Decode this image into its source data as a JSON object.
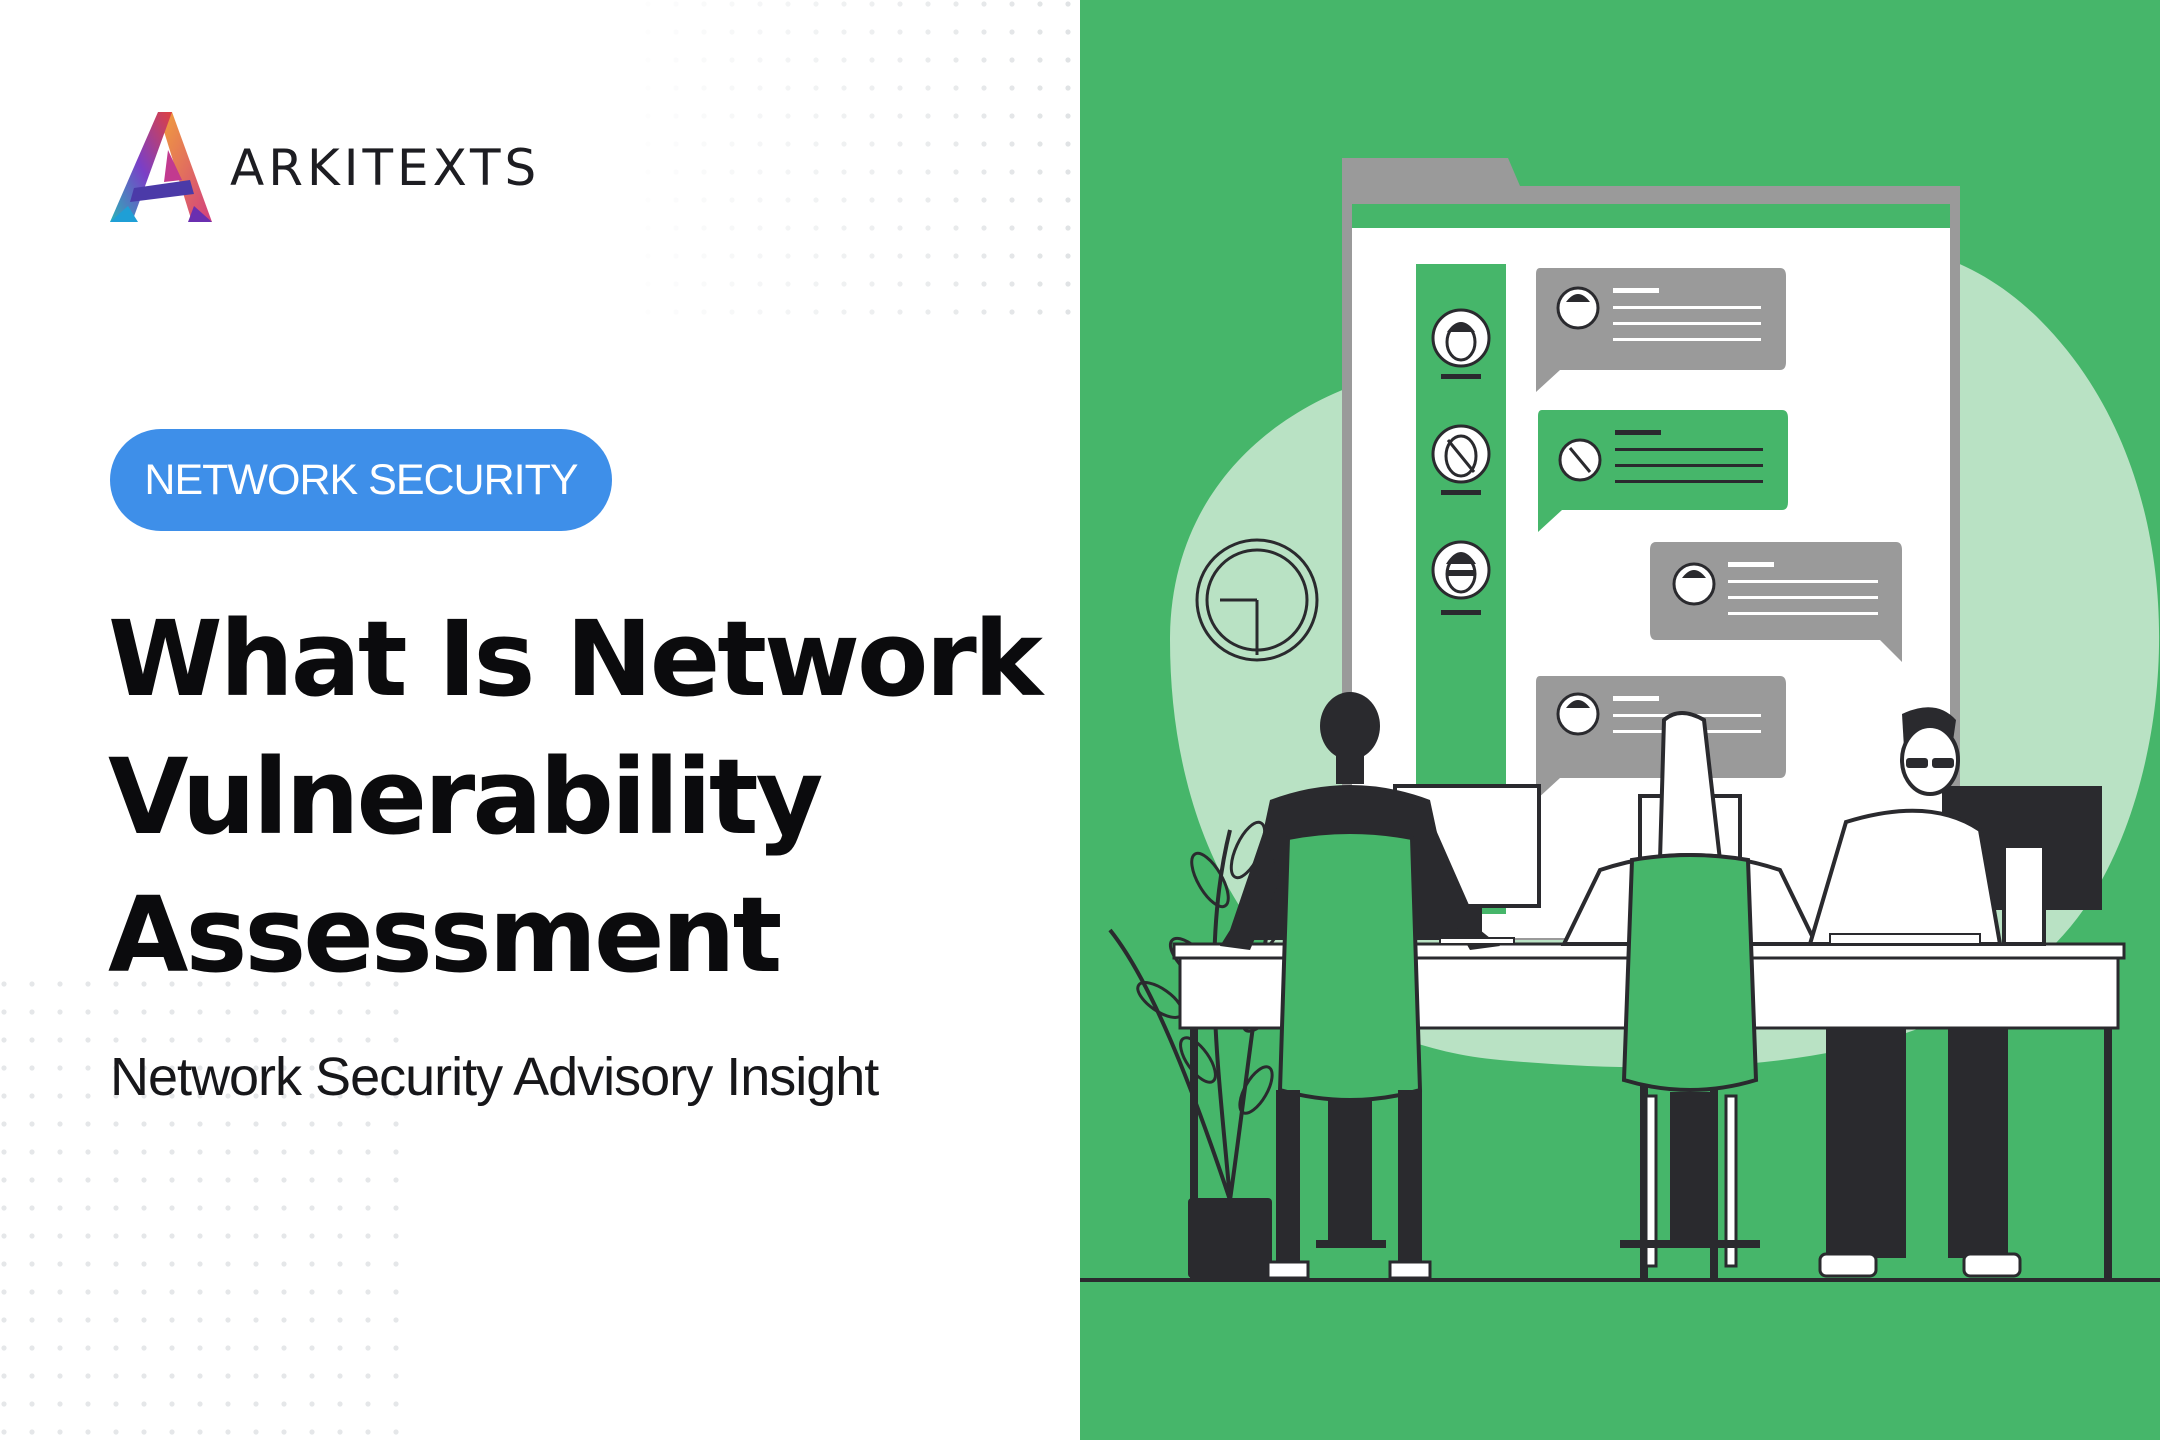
{
  "brand": {
    "name": "ARKITEXTS",
    "logo_icon": "stylized-letter-a-logo"
  },
  "category_badge": "NETWORK SECURITY",
  "headline_lines": [
    "What Is Network",
    "Vulnerability",
    "Assessment"
  ],
  "subtitle": "Network Security Advisory Insight",
  "illustration": {
    "description_icon": "team-monitoring-chat-screen-illustration"
  },
  "colors": {
    "green": "#46b66a",
    "light_green": "#b9e2c4",
    "badge_blue": "#3e8fe9",
    "dark": "#2a2a2e",
    "gray": "#9a9a9a",
    "text": "#0b0b0d"
  }
}
